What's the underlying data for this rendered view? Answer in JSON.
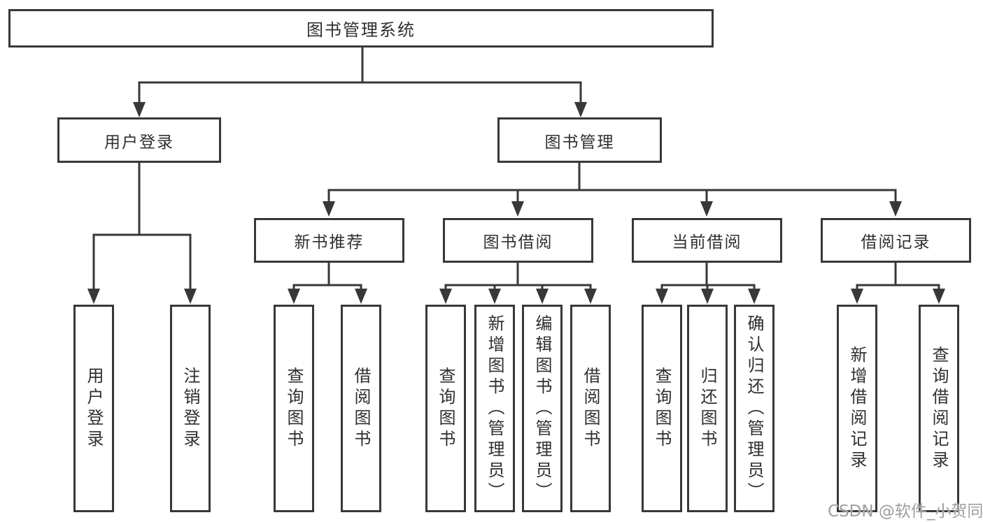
{
  "diagram": {
    "root": {
      "label": "图书管理系统"
    },
    "level1": [
      {
        "label": "用户登录"
      },
      {
        "label": "图书管理"
      }
    ],
    "level2": [
      {
        "label": "新书推荐"
      },
      {
        "label": "图书借阅"
      },
      {
        "label": "当前借阅"
      },
      {
        "label": "借阅记录"
      }
    ],
    "leaves": [
      {
        "label": "用户登录",
        "parent": "用户登录"
      },
      {
        "label": "注销登录",
        "parent": "用户登录"
      },
      {
        "label": "查询图书",
        "parent": "新书推荐"
      },
      {
        "label": "借阅图书",
        "parent": "新书推荐"
      },
      {
        "label": "查询图书",
        "parent": "图书借阅"
      },
      {
        "label": "新增图书（管理员）",
        "parent": "图书借阅"
      },
      {
        "label": "编辑图书（管理员）",
        "parent": "图书借阅"
      },
      {
        "label": "借阅图书",
        "parent": "图书借阅"
      },
      {
        "label": "查询图书",
        "parent": "当前借阅"
      },
      {
        "label": "归还图书",
        "parent": "当前借阅"
      },
      {
        "label": "确认归还（管理员）",
        "parent": "当前借阅"
      },
      {
        "label": "新增借阅记录",
        "parent": "借阅记录"
      },
      {
        "label": "查询借阅记录",
        "parent": "借阅记录"
      }
    ],
    "watermark": "CSDN @软件_小贺同学"
  },
  "colors": {
    "line": "#37383b",
    "text": "#2e2f31",
    "watermark": "#9e9e9e",
    "background": "#ffffff"
  }
}
